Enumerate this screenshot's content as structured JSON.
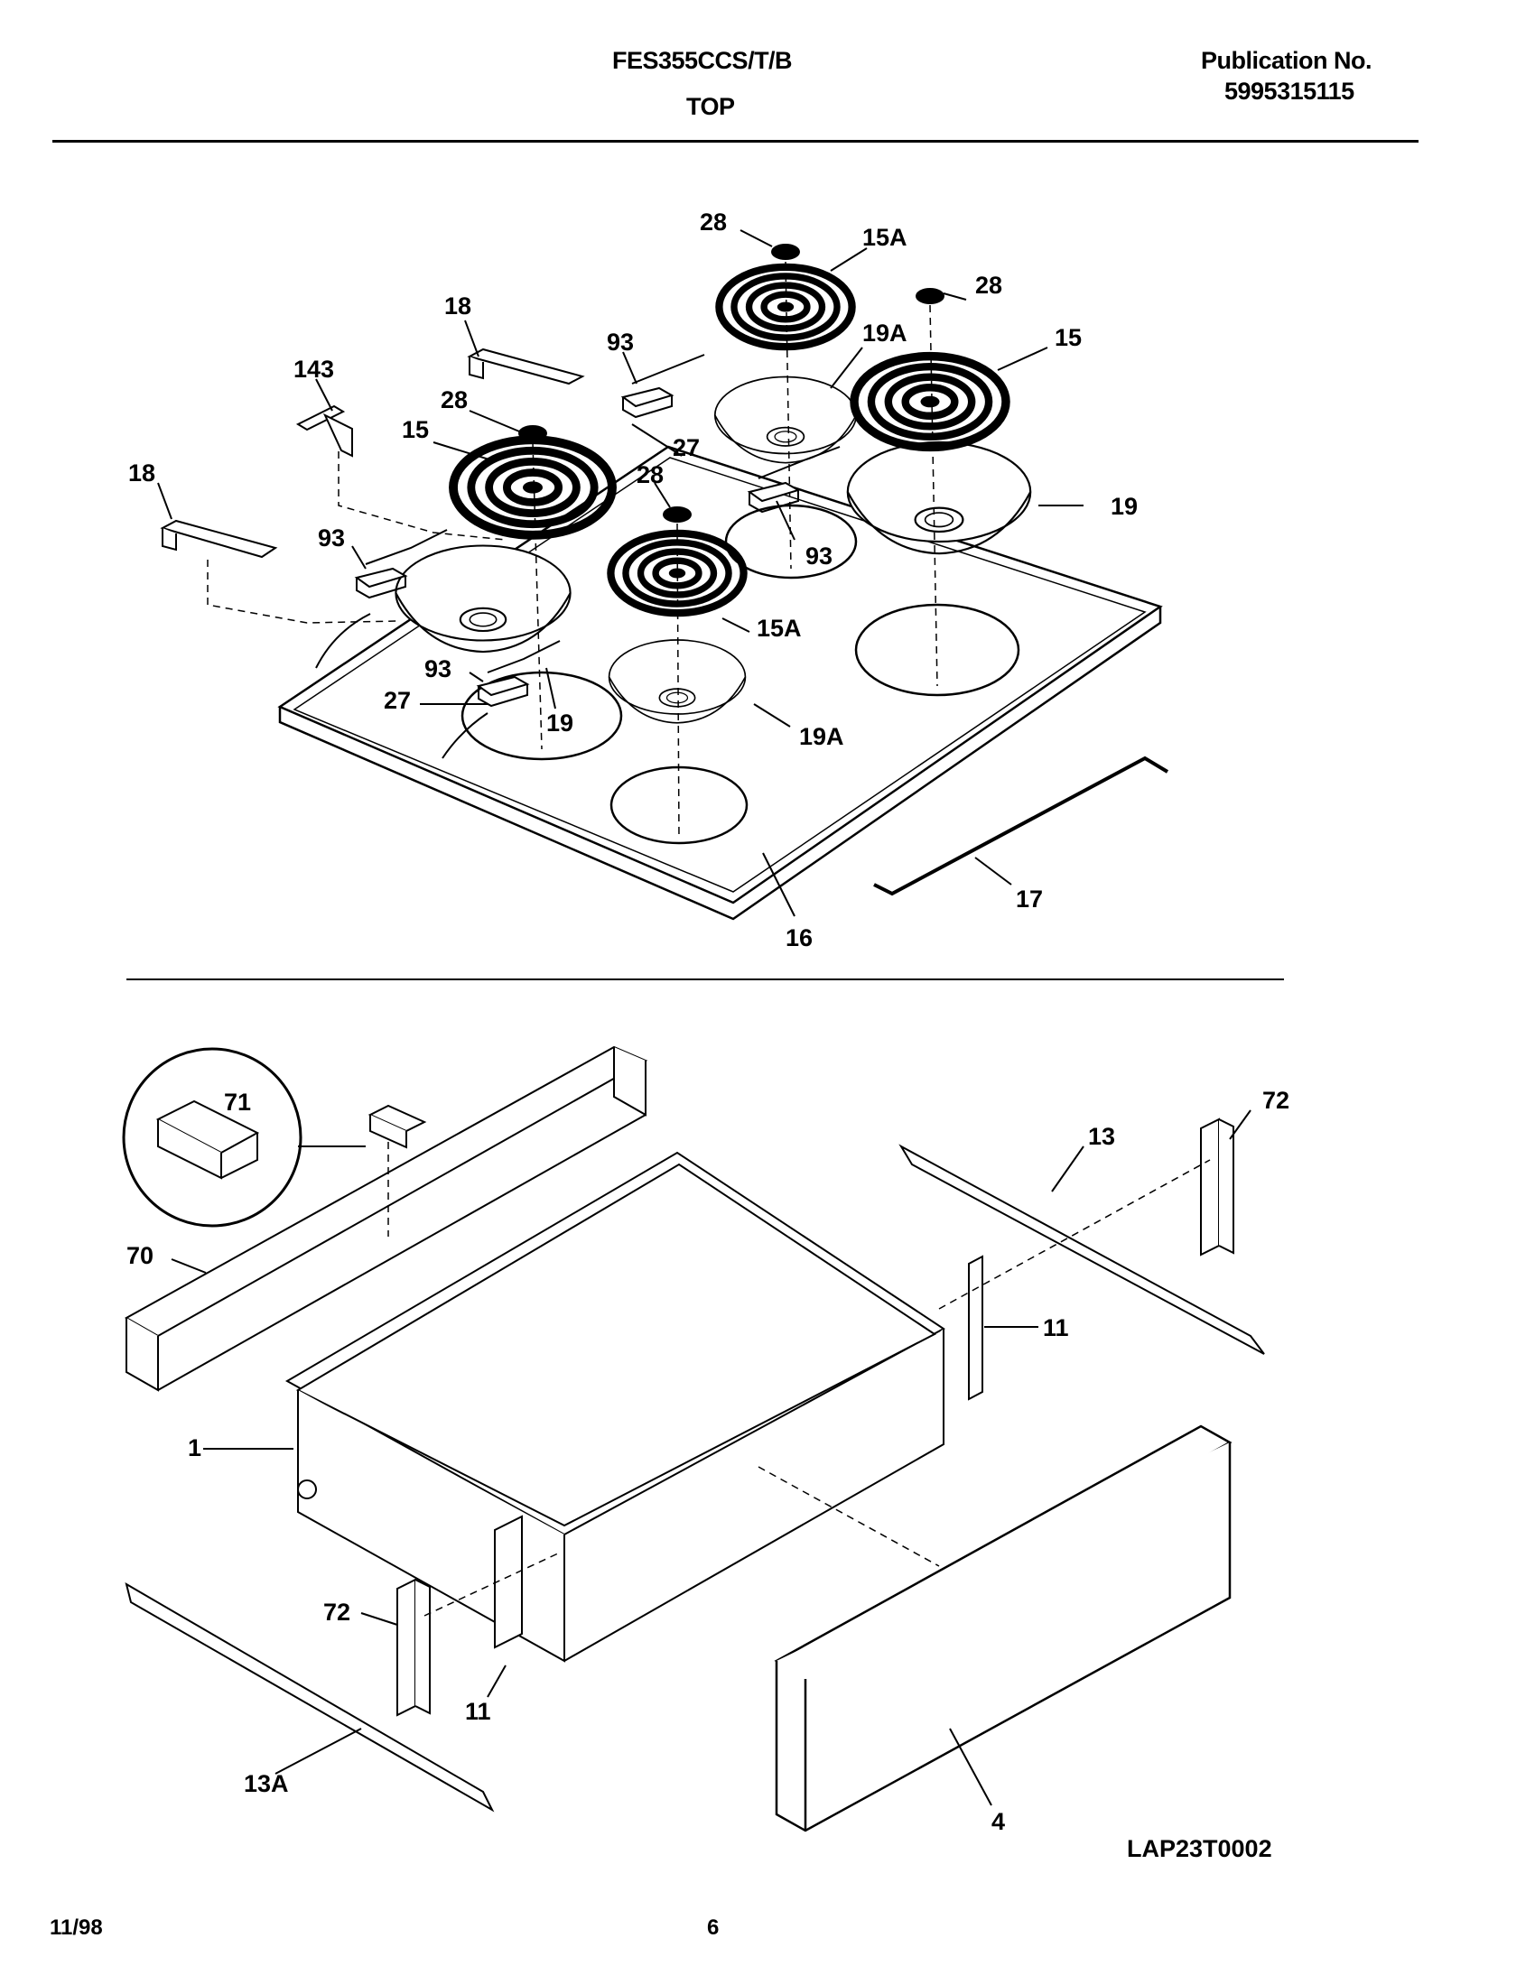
{
  "header": {
    "model": "FES355CCS/T/B",
    "section": "TOP",
    "publication_label": "Publication No.",
    "publication_number": "5995315115"
  },
  "top_callouts": {
    "c28a": "28",
    "c15a_top": "15A",
    "c28b": "28",
    "c18_top": "18",
    "c93_top": "93",
    "c19a_top": "19A",
    "c15_right": "15",
    "c143": "143",
    "c28c": "28",
    "c15_left": "15",
    "c27_top": "27",
    "c18_left": "18",
    "c28d": "28",
    "c19": "19",
    "c93_left": "93",
    "c93_right": "93",
    "c15a_low": "15A",
    "c93_low": "93",
    "c27_low": "27",
    "c19_low": "19",
    "c19a_low": "19A",
    "c17": "17",
    "c16": "16"
  },
  "bottom_callouts": {
    "c71": "71",
    "c72_top": "72",
    "c13": "13",
    "c70": "70",
    "c11_right": "11",
    "c1": "1",
    "c72_low": "72",
    "c11_low": "11",
    "c13a": "13A",
    "c4": "4"
  },
  "diagram_code": "LAP23T0002",
  "footer": {
    "date": "11/98",
    "page": "6"
  }
}
